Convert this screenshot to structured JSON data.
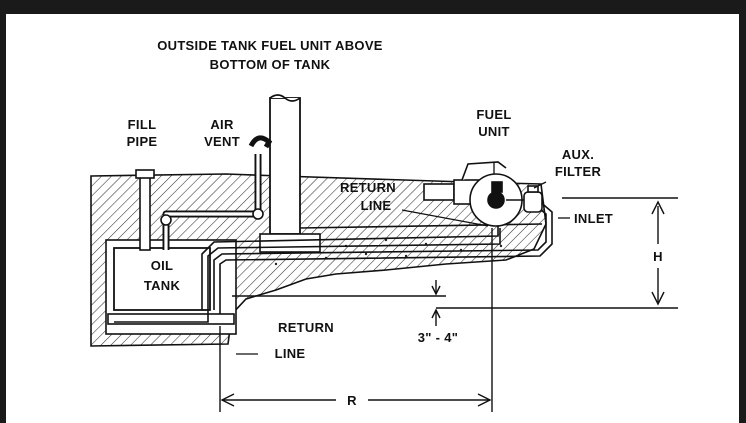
{
  "title": {
    "line1": "OUTSIDE TANK FUEL UNIT ABOVE",
    "line2": "BOTTOM OF TANK"
  },
  "labels": {
    "fill_pipe": [
      "FILL",
      "PIPE"
    ],
    "air_vent": [
      "AIR",
      "VENT"
    ],
    "fuel_unit": [
      "FUEL",
      "UNIT"
    ],
    "aux_filter": [
      "AUX.",
      "FILTER"
    ],
    "return_line_upper": [
      "RETURN",
      "LINE"
    ],
    "inlet": "INLET",
    "oil_tank": [
      "OIL",
      "TANK"
    ],
    "return_line_lower": [
      "RETURN",
      "LINE"
    ],
    "dimension_clearance": "3\" - 4\"",
    "dimension_h": "H",
    "dimension_r": "R"
  }
}
